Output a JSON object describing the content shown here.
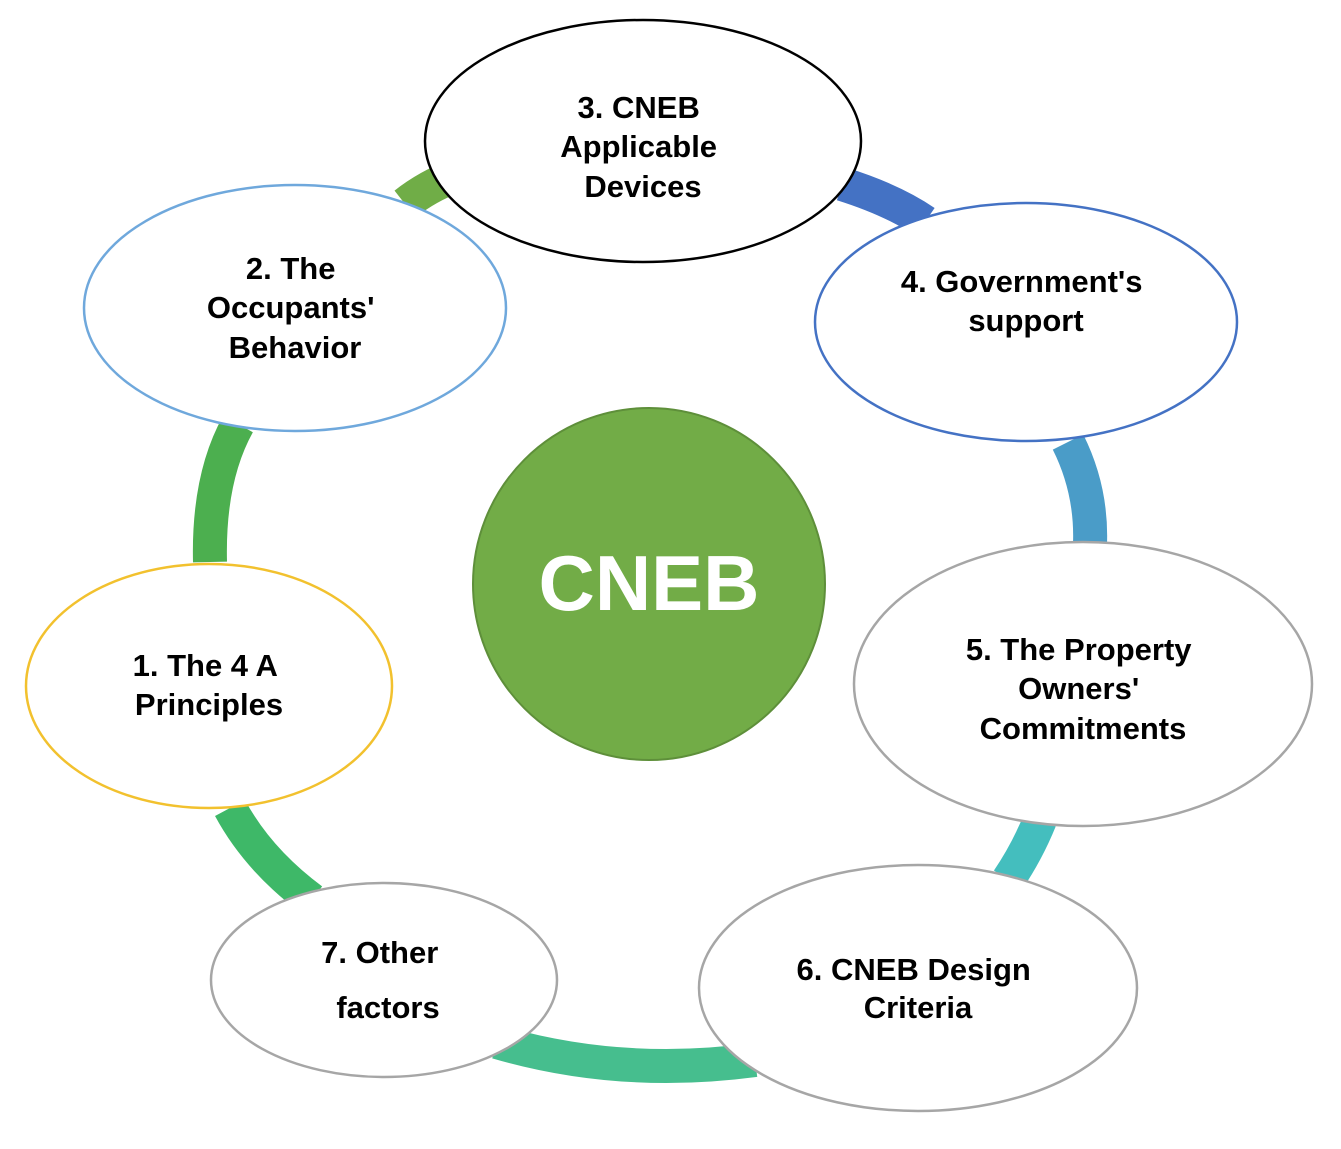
{
  "center": {
    "label": "CNEB",
    "fill": "#72AC47",
    "stroke": "#5E8F3A",
    "text_color": "#FFFFFF"
  },
  "nodes": [
    {
      "id": "principles",
      "lines": [
        "1. The 4 A",
        "Principles"
      ],
      "border": "#F2C12E"
    },
    {
      "id": "occupants-behavior",
      "lines": [
        "2. The",
        "Occupants'",
        "Behavior"
      ],
      "border": "#6FA8DC"
    },
    {
      "id": "applicable-devices",
      "lines": [
        "3. CNEB",
        "Applicable",
        "Devices"
      ],
      "border": "#000000"
    },
    {
      "id": "government-support",
      "lines": [
        "4. Government's",
        "support"
      ],
      "border": "#4472C4"
    },
    {
      "id": "property-owners",
      "lines": [
        "5. The Property",
        "Owners'",
        "Commitments"
      ],
      "border": "#A6A6A6"
    },
    {
      "id": "design-criteria",
      "lines": [
        "6. CNEB Design",
        "Criteria"
      ],
      "border": "#A6A6A6"
    },
    {
      "id": "other-factors",
      "lines": [
        "7. Other",
        "factors"
      ],
      "border": "#A6A6A6"
    }
  ],
  "ring_colors": {
    "left-upper": "#4CAF4F",
    "top-left": "#70AD47",
    "top-right": "#4472C4",
    "right-upper": "#4A9CC8",
    "right-lower": "#44BEBE",
    "bottom": "#46BE8E",
    "left-lower": "#3EB868"
  }
}
